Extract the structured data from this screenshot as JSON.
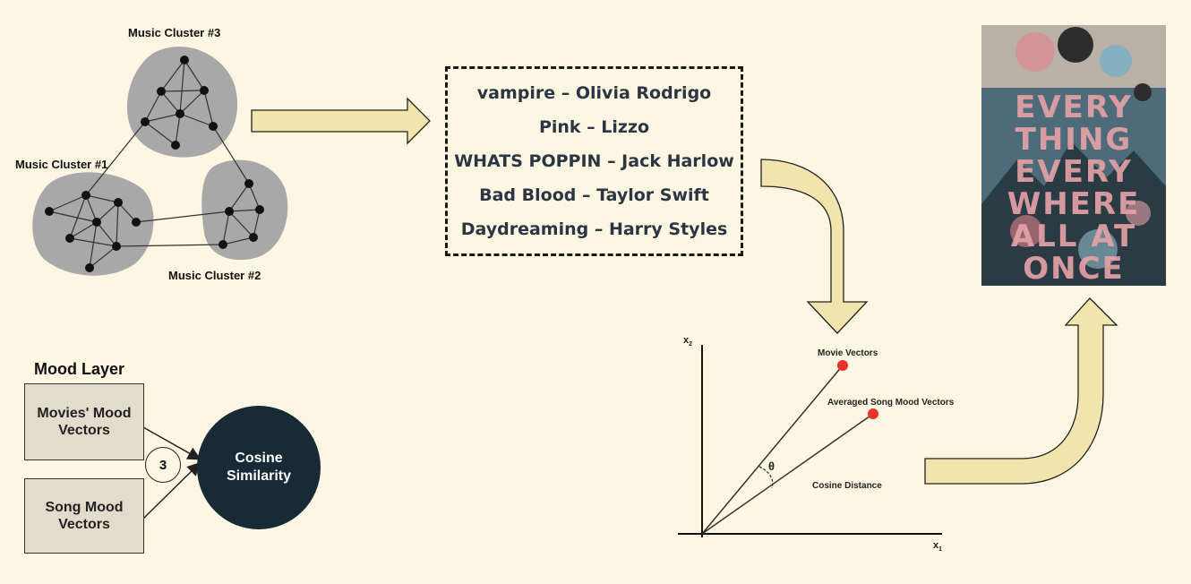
{
  "clusters": {
    "c1_label": "Music Cluster #1",
    "c2_label": "Music Cluster #2",
    "c3_label": "Music Cluster #3"
  },
  "songs": [
    "vampire – Olivia Rodrigo",
    "Pink – Lizzo",
    "WHATS POPPIN – Jack Harlow",
    "Bad Blood – Taylor Swift",
    "Daydreaming – Harry Styles"
  ],
  "mood_layer": {
    "title": "Mood Layer",
    "movies_box": "Movies' Mood Vectors",
    "songs_box": "Song Mood Vectors",
    "step": "3",
    "result": "Cosine Similarity"
  },
  "plot": {
    "x_axis": "x",
    "x_sub": "1",
    "y_axis": "x",
    "y_sub": "2",
    "movie_label": "Movie Vectors",
    "song_label": "Averaged Song Mood Vectors",
    "angle_label": "θ",
    "distance_label": "Cosine Distance"
  },
  "poster": {
    "title_lines": [
      "EVERY",
      "THING",
      "EVERY",
      "WHERE",
      "ALL AT",
      "ONCE"
    ]
  },
  "colors": {
    "background": "#fdf6e3",
    "arrow_fill": "#f1e4ac",
    "cluster_blob": "#a8a8a8",
    "circle_dark": "#172a35",
    "point_red": "#e8332a"
  }
}
